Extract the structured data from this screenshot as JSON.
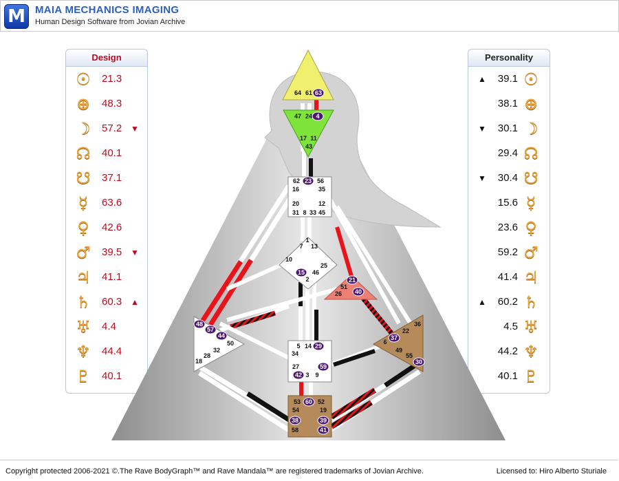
{
  "header": {
    "title": "MAIA MECHANICS IMAGING",
    "subtitle": "Human Design Software from Jovian Archive",
    "logo_letter": "M"
  },
  "design_panel": {
    "title": "Design",
    "rows": [
      {
        "icon": "sun-icon",
        "glyph": "☉",
        "value": "21.3",
        "arrow": ""
      },
      {
        "icon": "earth-icon",
        "glyph": "⊕",
        "value": "48.3",
        "arrow": ""
      },
      {
        "icon": "moon-icon",
        "glyph": "☽",
        "value": "57.2",
        "arrow": "▼"
      },
      {
        "icon": "north-node-icon",
        "glyph": "☊",
        "value": "40.1",
        "arrow": ""
      },
      {
        "icon": "south-node-icon",
        "glyph": "☋",
        "value": "37.1",
        "arrow": ""
      },
      {
        "icon": "mercury-icon",
        "glyph": "☿",
        "value": "63.6",
        "arrow": ""
      },
      {
        "icon": "venus-icon",
        "glyph": "♀",
        "value": "42.6",
        "arrow": ""
      },
      {
        "icon": "mars-icon",
        "glyph": "♂",
        "value": "39.5",
        "arrow": "▼"
      },
      {
        "icon": "jupiter-icon",
        "glyph": "♃",
        "value": "41.1",
        "arrow": ""
      },
      {
        "icon": "saturn-icon",
        "glyph": "♄",
        "value": "60.3",
        "arrow": "▲"
      },
      {
        "icon": "uranus-icon",
        "glyph": "♅",
        "value": "4.4",
        "arrow": ""
      },
      {
        "icon": "neptune-icon",
        "glyph": "♆",
        "value": "44.4",
        "arrow": ""
      },
      {
        "icon": "pluto-icon",
        "glyph": "♇",
        "value": "40.1",
        "arrow": ""
      }
    ]
  },
  "personality_panel": {
    "title": "Personality",
    "rows": [
      {
        "icon": "sun-icon",
        "glyph": "☉",
        "value": "39.1",
        "arrow": "▲"
      },
      {
        "icon": "earth-icon",
        "glyph": "⊕",
        "value": "38.1",
        "arrow": ""
      },
      {
        "icon": "moon-icon",
        "glyph": "☽",
        "value": "30.1",
        "arrow": "▼"
      },
      {
        "icon": "north-node-icon",
        "glyph": "☊",
        "value": "29.4",
        "arrow": ""
      },
      {
        "icon": "south-node-icon",
        "glyph": "☋",
        "value": "30.4",
        "arrow": "▼"
      },
      {
        "icon": "mercury-icon",
        "glyph": "☿",
        "value": "15.6",
        "arrow": ""
      },
      {
        "icon": "venus-icon",
        "glyph": "♀",
        "value": "23.6",
        "arrow": ""
      },
      {
        "icon": "mars-icon",
        "glyph": "♂",
        "value": "59.2",
        "arrow": ""
      },
      {
        "icon": "jupiter-icon",
        "glyph": "♃",
        "value": "41.4",
        "arrow": ""
      },
      {
        "icon": "saturn-icon",
        "glyph": "♄",
        "value": "60.2",
        "arrow": "▲"
      },
      {
        "icon": "uranus-icon",
        "glyph": "♅",
        "value": "4.5",
        "arrow": ""
      },
      {
        "icon": "neptune-icon",
        "glyph": "♆",
        "value": "44.2",
        "arrow": ""
      },
      {
        "icon": "pluto-icon",
        "glyph": "♇",
        "value": "40.1",
        "arrow": ""
      }
    ]
  },
  "bodygraph": {
    "head": {
      "gates": [
        "64",
        "61",
        "63"
      ],
      "active": [
        "63"
      ]
    },
    "ajna": {
      "gates": [
        "47",
        "24",
        "4",
        "17",
        "11",
        "43"
      ],
      "active": [
        "4"
      ]
    },
    "throat": {
      "gates": [
        "62",
        "23",
        "56",
        "16",
        "35",
        "20",
        "12",
        "31",
        "8",
        "33",
        "45"
      ],
      "active": [
        "23"
      ]
    },
    "g": {
      "gates": [
        "1",
        "7",
        "13",
        "10",
        "25",
        "46",
        "15",
        "2"
      ],
      "active": [
        "15"
      ]
    },
    "ego": {
      "gates": [
        "21",
        "51",
        "26",
        "40"
      ],
      "active": [
        "21",
        "40"
      ]
    },
    "spleen": {
      "gates": [
        "48",
        "57",
        "44",
        "50",
        "32",
        "28",
        "18"
      ],
      "active": [
        "48",
        "57",
        "44"
      ]
    },
    "solar_plexus": {
      "gates": [
        "36",
        "22",
        "37",
        "6",
        "49",
        "55",
        "30"
      ],
      "active": [
        "37",
        "30"
      ]
    },
    "sacral": {
      "gates": [
        "5",
        "14",
        "29",
        "34",
        "59",
        "27",
        "42",
        "3",
        "9"
      ],
      "active": [
        "29",
        "59",
        "42"
      ]
    },
    "root": {
      "gates": [
        "53",
        "60",
        "52",
        "54",
        "19",
        "38",
        "39",
        "58",
        "41"
      ],
      "active": [
        "60",
        "38",
        "39",
        "41"
      ]
    },
    "colors": {
      "design": "#e8141c",
      "personality": "#111111",
      "head": "#f1f06e",
      "ajna": "#7ee43c",
      "ego": "#ec8074",
      "spleen_sp": "#b58b5c",
      "badge": "#4a1670"
    }
  },
  "footer": {
    "copyright": "Copyright protected 2006-2021 ©.The Rave BodyGraph™ and Rave Mandala™ are registered trademarks of Jovian Archive.",
    "licensed": "Licensed to: Hiro Alberto Sturiale"
  }
}
